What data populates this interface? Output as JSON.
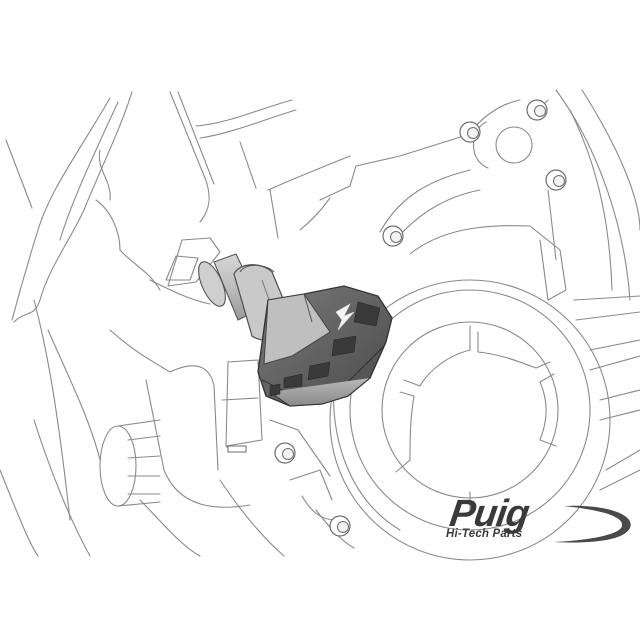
{
  "image": {
    "description": "Line-art technical illustration of a motorcycle engine side with a frame slider / crash protector mounted",
    "background_color": "#ffffff",
    "line_color": "#8a8a8a",
    "product_color": "#5a5a5a"
  },
  "product": {
    "name": "frame-slider",
    "parts": [
      "mounting-cylinder",
      "ring-collar",
      "slider-body",
      "bolt-emblem",
      "vent-grilles"
    ]
  },
  "logo": {
    "brand": "Puig",
    "tagline": "Hi-Tech Parts",
    "color": "#3a3a3a"
  },
  "illustration": {
    "bolts_count": 7
  }
}
